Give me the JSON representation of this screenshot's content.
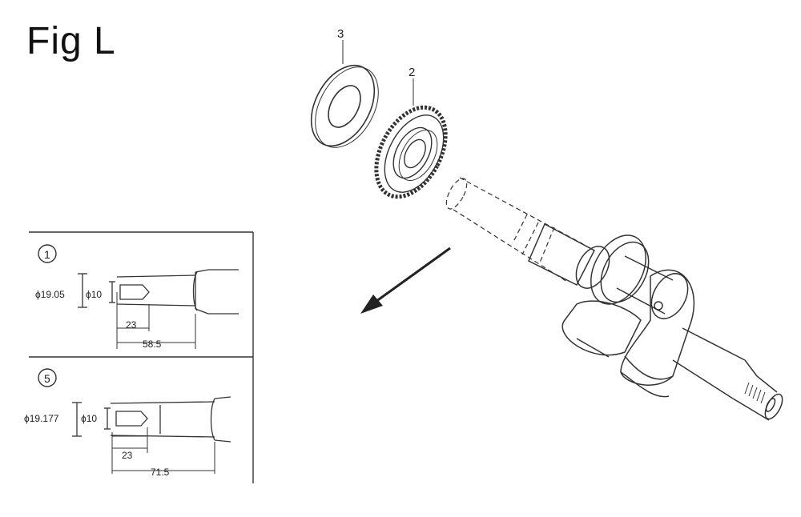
{
  "figure": {
    "title": "Fig L"
  },
  "callouts": {
    "part_3": "3",
    "part_2": "2"
  },
  "detail_1": {
    "index": "1",
    "dia_outer": "ϕ19.05",
    "dia_inner": "ϕ10",
    "len_short": "23",
    "len_long": "58.5"
  },
  "detail_5": {
    "index": "5",
    "dia_outer": "ϕ19.177",
    "dia_inner": "ϕ10",
    "len_short": "23",
    "len_long": "71.5"
  }
}
